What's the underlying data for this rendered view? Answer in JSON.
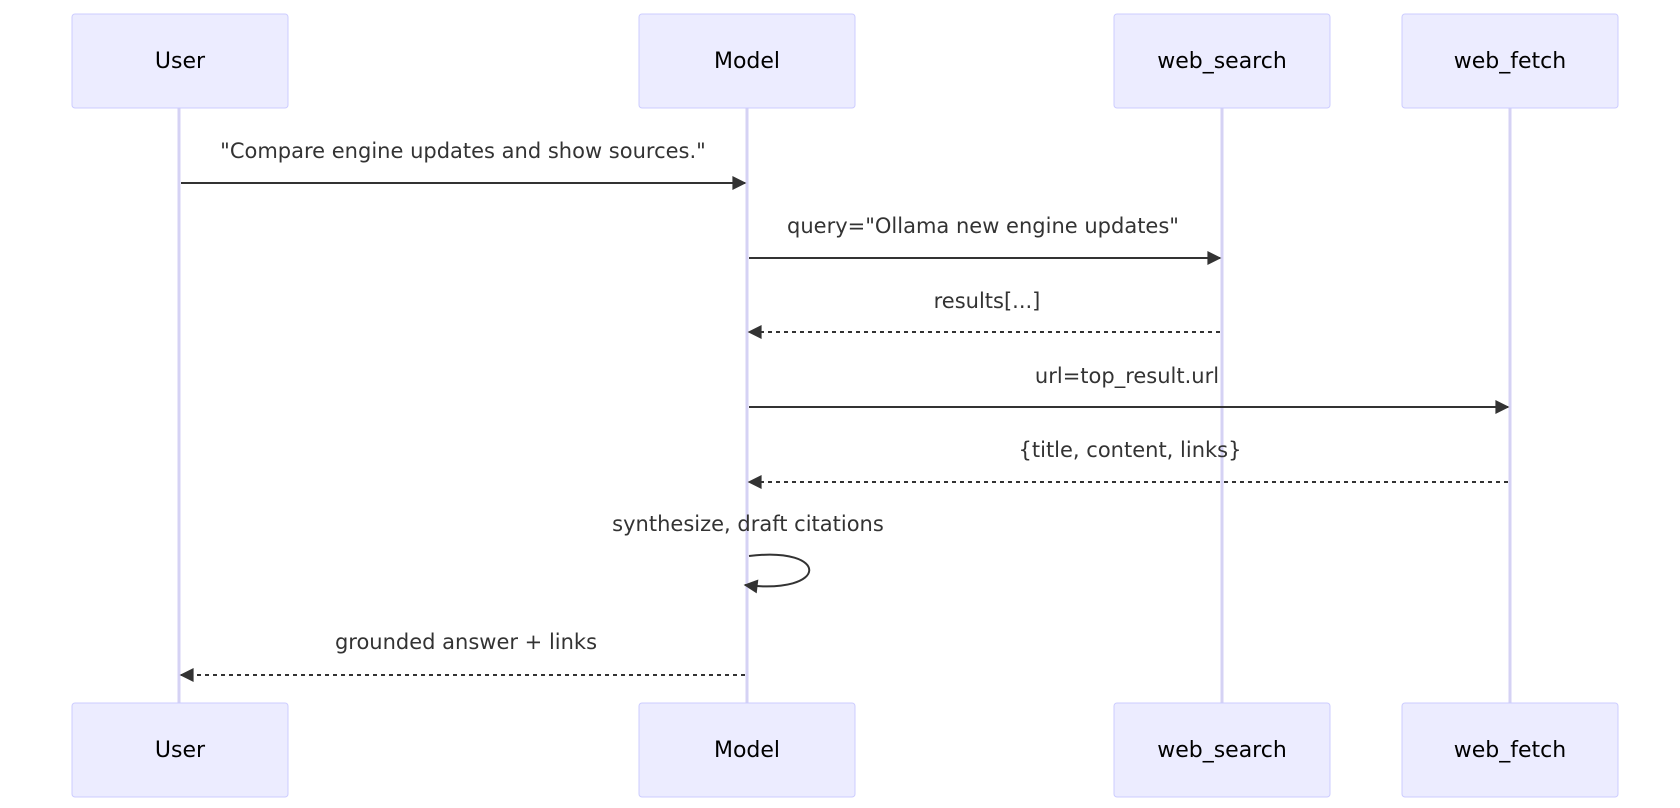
{
  "diagram": {
    "type": "sequence",
    "colors": {
      "actor_fill": "#ECECFF",
      "actor_border": "#CCCCFF",
      "lifeline": "#D5D2F4",
      "message": "#333333"
    },
    "participants": [
      {
        "id": "user",
        "label": "User"
      },
      {
        "id": "model",
        "label": "Model"
      },
      {
        "id": "web_search",
        "label": "web_search"
      },
      {
        "id": "web_fetch",
        "label": "web_fetch"
      }
    ],
    "messages": [
      {
        "from": "user",
        "to": "model",
        "label": "\"Compare engine updates and show sources.\"",
        "style": "solid"
      },
      {
        "from": "model",
        "to": "web_search",
        "label": "query=\"Ollama new engine updates\"",
        "style": "solid"
      },
      {
        "from": "web_search",
        "to": "model",
        "label": "results[...]",
        "style": "dashed"
      },
      {
        "from": "model",
        "to": "web_fetch",
        "label": "url=top_result.url",
        "style": "solid"
      },
      {
        "from": "web_fetch",
        "to": "model",
        "label": "{title, content, links}",
        "style": "dashed"
      },
      {
        "from": "model",
        "to": "model",
        "label": "synthesize, draft citations",
        "style": "solid"
      },
      {
        "from": "model",
        "to": "user",
        "label": "grounded answer + links",
        "style": "dashed"
      }
    ]
  }
}
